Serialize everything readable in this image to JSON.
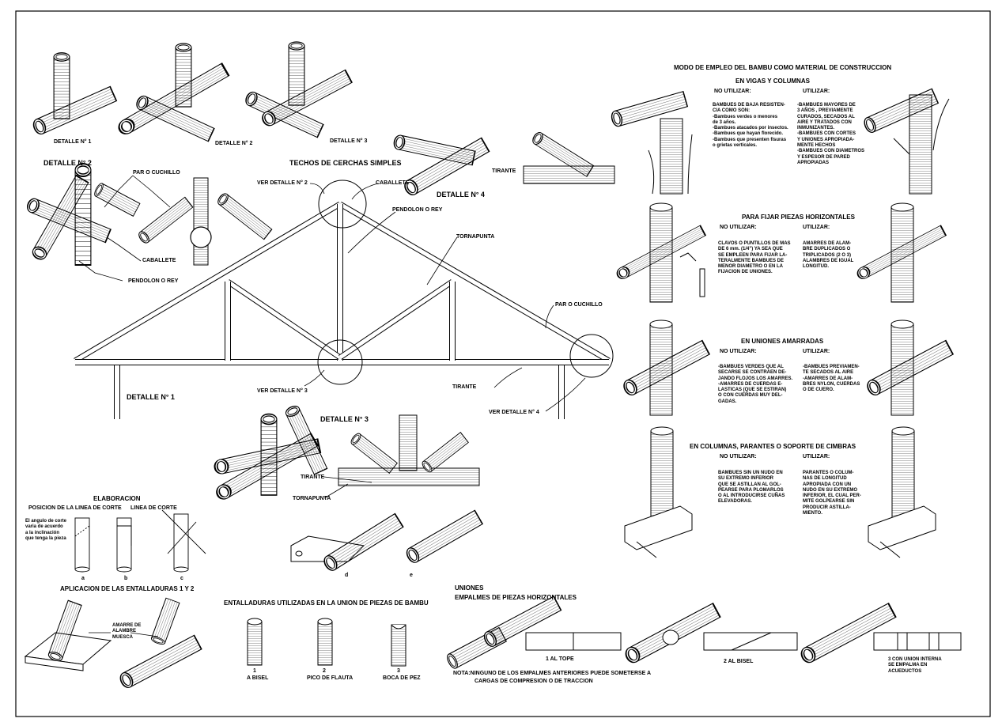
{
  "detail_labels": {
    "d1": "DETALLE N° 1",
    "d2": "DETALLE N° 2",
    "d3": "DETALLE N° 3",
    "d4": "DETALLE N° 4",
    "d1_small": "DETALLE N° 1",
    "d2_small": "DETALLE N° 2",
    "d3_small": "DETALLE N° 3"
  },
  "truss": {
    "title": "TECHOS DE CERCHAS SIMPLES",
    "ver_d2": "VER DETALLE N° 2",
    "ver_d3": "VER DETALLE N° 3",
    "ver_d4": "VER DETALLE N° 4",
    "caballete": "CABALLETE",
    "pendolon": "PENDOLON O REY",
    "tornapunta": "TORNAPUNTA",
    "par": "PAR O CUCHILLO",
    "tirante": "TIRANTE"
  },
  "detail2_labels": {
    "par": "PAR O CUCHILLO",
    "caballete": "CABALLETE",
    "pendolon": "PENDOLON O REY"
  },
  "detail4_labels": {
    "tirante": "TIRANTE"
  },
  "detail3_labels": {
    "tirante": "TIRANTE",
    "tornapunta": "TORNAPUNTA"
  },
  "elaboracion": {
    "title": "ELABORACION",
    "pos": "POSICION DE LA LINEA DE CORTE",
    "linea": "LINEA DE CORTE",
    "note": [
      "El angulo de corte",
      "varia de acuerdo",
      "a la inclinación",
      "que tenga la pieza"
    ],
    "a": "a",
    "b": "b",
    "c": "c",
    "d": "d",
    "e": "e"
  },
  "aplicacion": {
    "title": "APLICACION DE LAS ENTALLADURAS 1 Y 2",
    "amarre": [
      "AMARRE DE",
      "ALAMBRE",
      "MUESCA"
    ]
  },
  "entalladuras": {
    "title": "ENTALLADURAS UTILIZADAS EN LA UNION DE PIEZAS DE BAMBU",
    "items": [
      {
        "num": "1",
        "label": "A BISEL"
      },
      {
        "num": "2",
        "label": "PICO DE FLAUTA"
      },
      {
        "num": "3",
        "label": "BOCA DE PEZ"
      }
    ]
  },
  "uniones": {
    "title": "UNIONES",
    "subtitle": "EMPALMES DE PIEZAS HORIZONTALES",
    "tope": "1 AL TOPE",
    "bisel": "2 AL BISEL",
    "interna": [
      "3 CON UNION INTERNA",
      "SE EMPALMA EN",
      "ACUEDUCTOS"
    ],
    "nota": [
      "NOTA:NINGUNO DE LOS EMPALMES ANTERIORES PUEDE SOMETERSE A",
      "CARGAS DE COMPRESION O DE TRACCION"
    ]
  },
  "modo": {
    "title": "MODO DE EMPLEO DEL BAMBU COMO MATERIAL DE CONSTRUCCION",
    "no_utilizar": "NO UTILIZAR:",
    "utilizar": "UTILIZAR:",
    "sections": [
      {
        "heading": "EN VIGAS Y COLUMNAS",
        "no": [
          "BAMBUES DE BAJA RESISTEN-",
          "CIA COMO SON:",
          "-Bambues verdes o menores",
          "  de 3 años.",
          "-Bambues atacados por insectos.",
          "-Bambues que hayan florecido.",
          "-Bambues que presenten fisuras",
          "  o grietas verticales."
        ],
        "si": [
          "-BAMBUES MAYORES DE",
          "  3 AÑOS , PREVIAMENTE",
          "  CURADOS, SECADOS AL",
          "  AIRE Y TRATADOS CON",
          "  INMUNIZANTES.",
          "-BAMBUES CON CORTES",
          "  Y UNIONES APROPIADA-",
          "  MENTE HECHOS",
          "-BAMBUES CON DIAMETROS",
          "  Y ESPESOR DE PARED",
          "  APROPIADAS"
        ]
      },
      {
        "heading": "PARA FIJAR PIEZAS HORIZONTALES",
        "no": [
          "CLAVOS O PUNTILLOS DE MAS",
          "DE 6 mm. (1/4\") YA SEA QUE",
          "SE EMPLEEN PARA FIJAR LA-",
          "TERALMENTE BAMBUES DE",
          "MENOR DIAMETRO O EN LA",
          "FIJACION DE UNIONES."
        ],
        "si": [
          "AMARRES DE ALAM-",
          "BRE DUPLICADOS O",
          "TRIPLICADOS (2 O 3)",
          "ALAMBRES DE IGUAL",
          "LONGITUD."
        ]
      },
      {
        "heading": "EN UNIONES AMARRADAS",
        "no": [
          "-BAMBUES VERDES QUE AL",
          " SECARSE SE CONTRAEN DE-",
          " JANDO FLOJOS LOS AMARRES.",
          "-AMARRES DE CUERDAS E-",
          " LASTICAS (QUE SE ESTIRAN)",
          " O CON CUERDAS MUY DEL-",
          " GADAS."
        ],
        "si": [
          "-BAMBUES PREVIAMEN-",
          " TE SECADOS AL AIRE",
          "-AMARRES DE ALAM-",
          " BRES NYLON, CUERDAS",
          " O DE CUERO."
        ]
      },
      {
        "heading": "EN COLUMNAS, PARANTES O SOPORTE DE CIMBRAS",
        "no": [
          "BAMBUES SIN UN NUDO EN",
          "SU EXTREMO INFERIOR",
          "QUE SE ASTILLAN AL GOL-",
          "PEARSE PARA PLOMARLOS",
          "O AL INTRODUCIRSE CUÑAS",
          "ELEVADORAS."
        ],
        "si": [
          "PARANTES O COLUM-",
          "NAS DE LONGITUD",
          "APROPIADA CON UN",
          "NUDO EN SU EXTREMO",
          "INFERIOR, EL CUAL PER-",
          "MITE GOLPEARSE SIN",
          "PRODUCIR ASTILLA-",
          "MIENTO."
        ]
      }
    ]
  }
}
